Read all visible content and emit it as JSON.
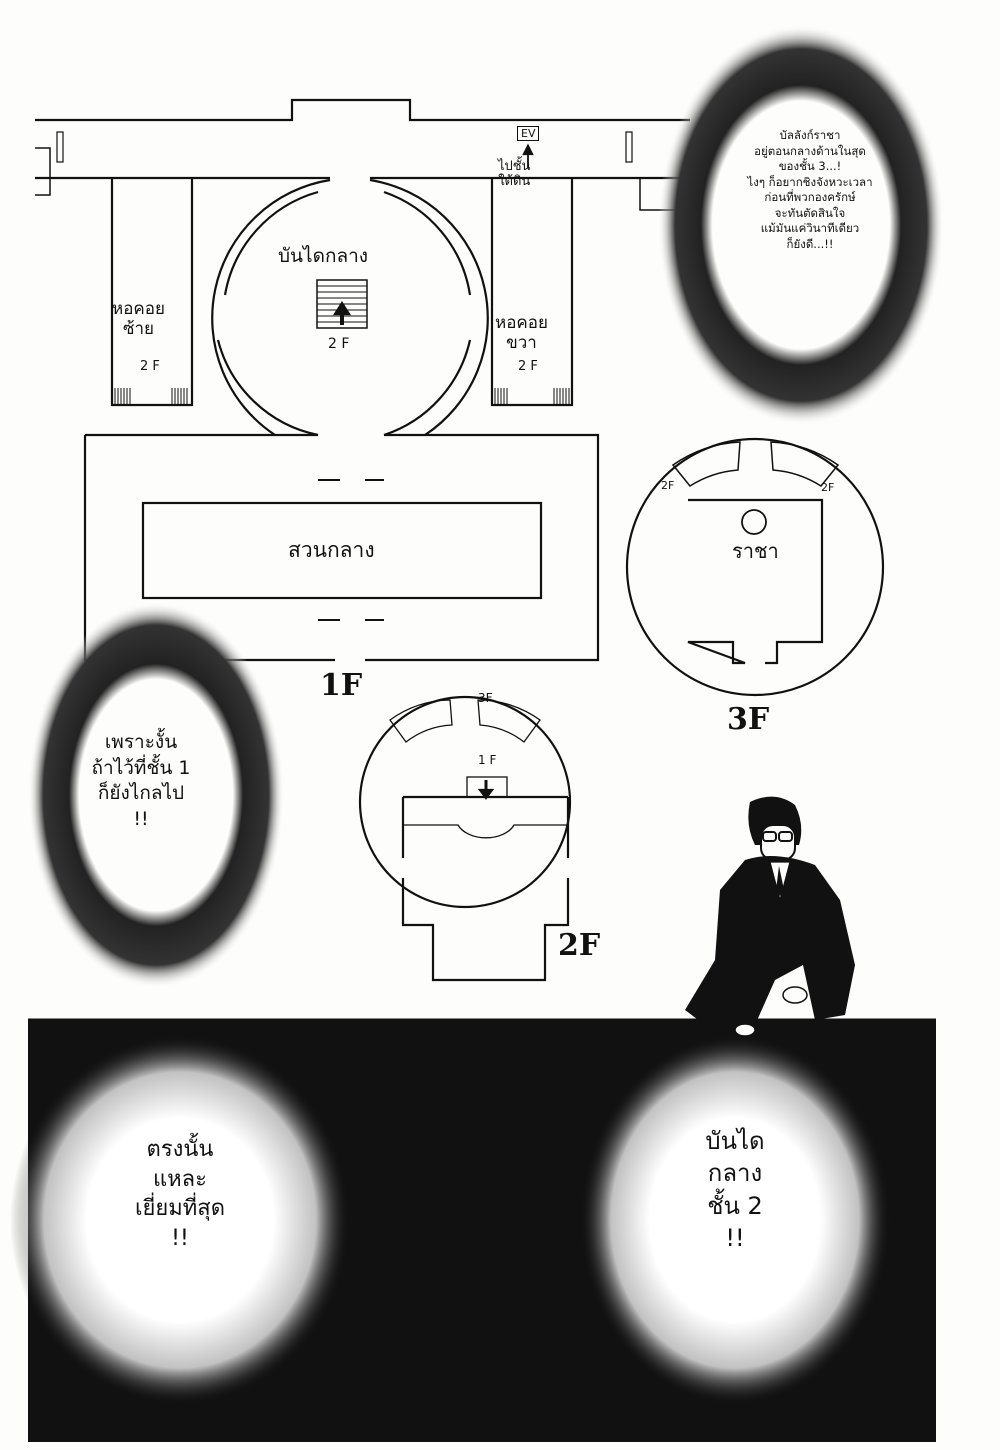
{
  "map": {
    "ev": "EV",
    "to_vip": "ไปชั้น\nใต้ดิน",
    "central_stair": "บันไดกลาง",
    "central_stair_floor": "2 F",
    "left_tower": "หอคอย\nซ้าย",
    "left_tower_floor": "2 F",
    "right_tower": "หอคอย\nขวา",
    "right_tower_floor": "2 F",
    "garden": "สวนกลาง",
    "floor1": "1F",
    "floor2": "2F",
    "floor3": "3F",
    "f2_up": "3F",
    "f2_down": "1 F",
    "f3_left": "2F",
    "f3_right": "2F",
    "king": "ราชา"
  },
  "bubbles": {
    "top_right": "บัลลังก์ราชา\nอยู่ตอนกลางด้านในสุด\nของชั้น 3...!\nไงๆ ก็อยากชิงจังหวะเวลา\nก่อนที่พวกองครักษ์\nจะทันตัดสินใจ\nแม้มันแค่วินาทีเดียว\nก็ยังดี...!!",
    "left_mid": "เพราะงั้น\nถ้าไว้ที่ชั้น 1\nก็ยังไกลไป\n!!",
    "bottom_left": "ตรงนั้น\nแหละ\nเยี่ยมที่สุด\n!!",
    "bottom_right": "บันได\nกลาง\nชั้น 2\n!!"
  }
}
